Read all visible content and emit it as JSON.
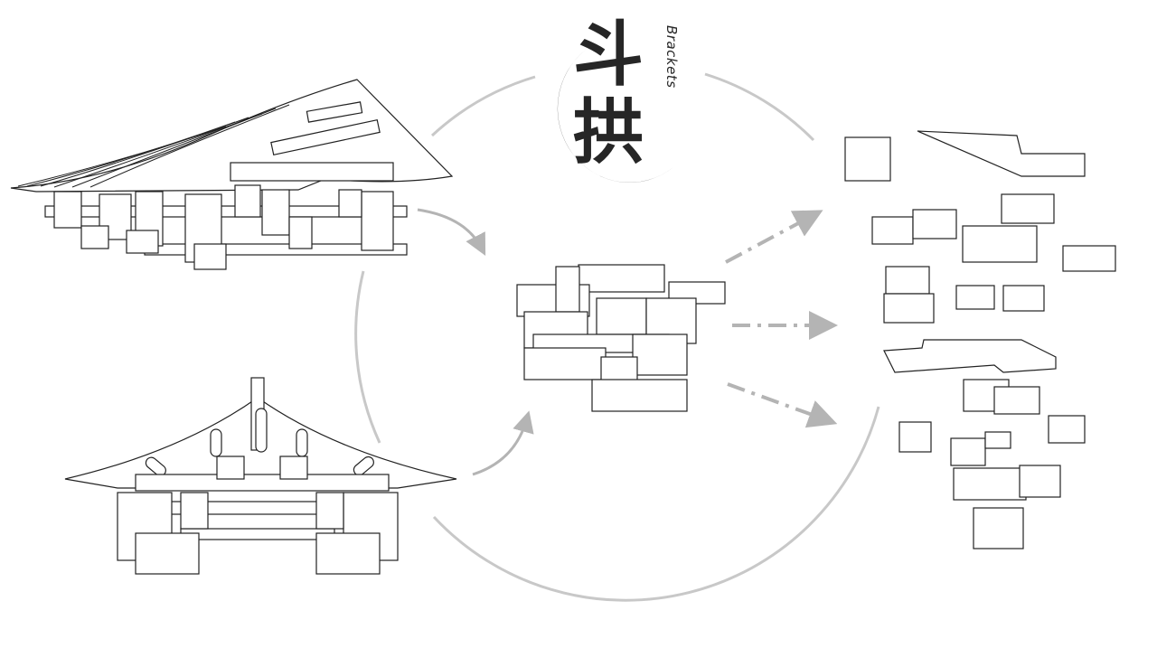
{
  "logo": {
    "chinese": "斗拱",
    "english": "Brackets"
  },
  "colors": {
    "circle": "#c8c8c8",
    "arrows": "#b4b4b4",
    "ink": "#262626"
  },
  "icons": [
    "curved-arrow",
    "dashed-arrow"
  ]
}
